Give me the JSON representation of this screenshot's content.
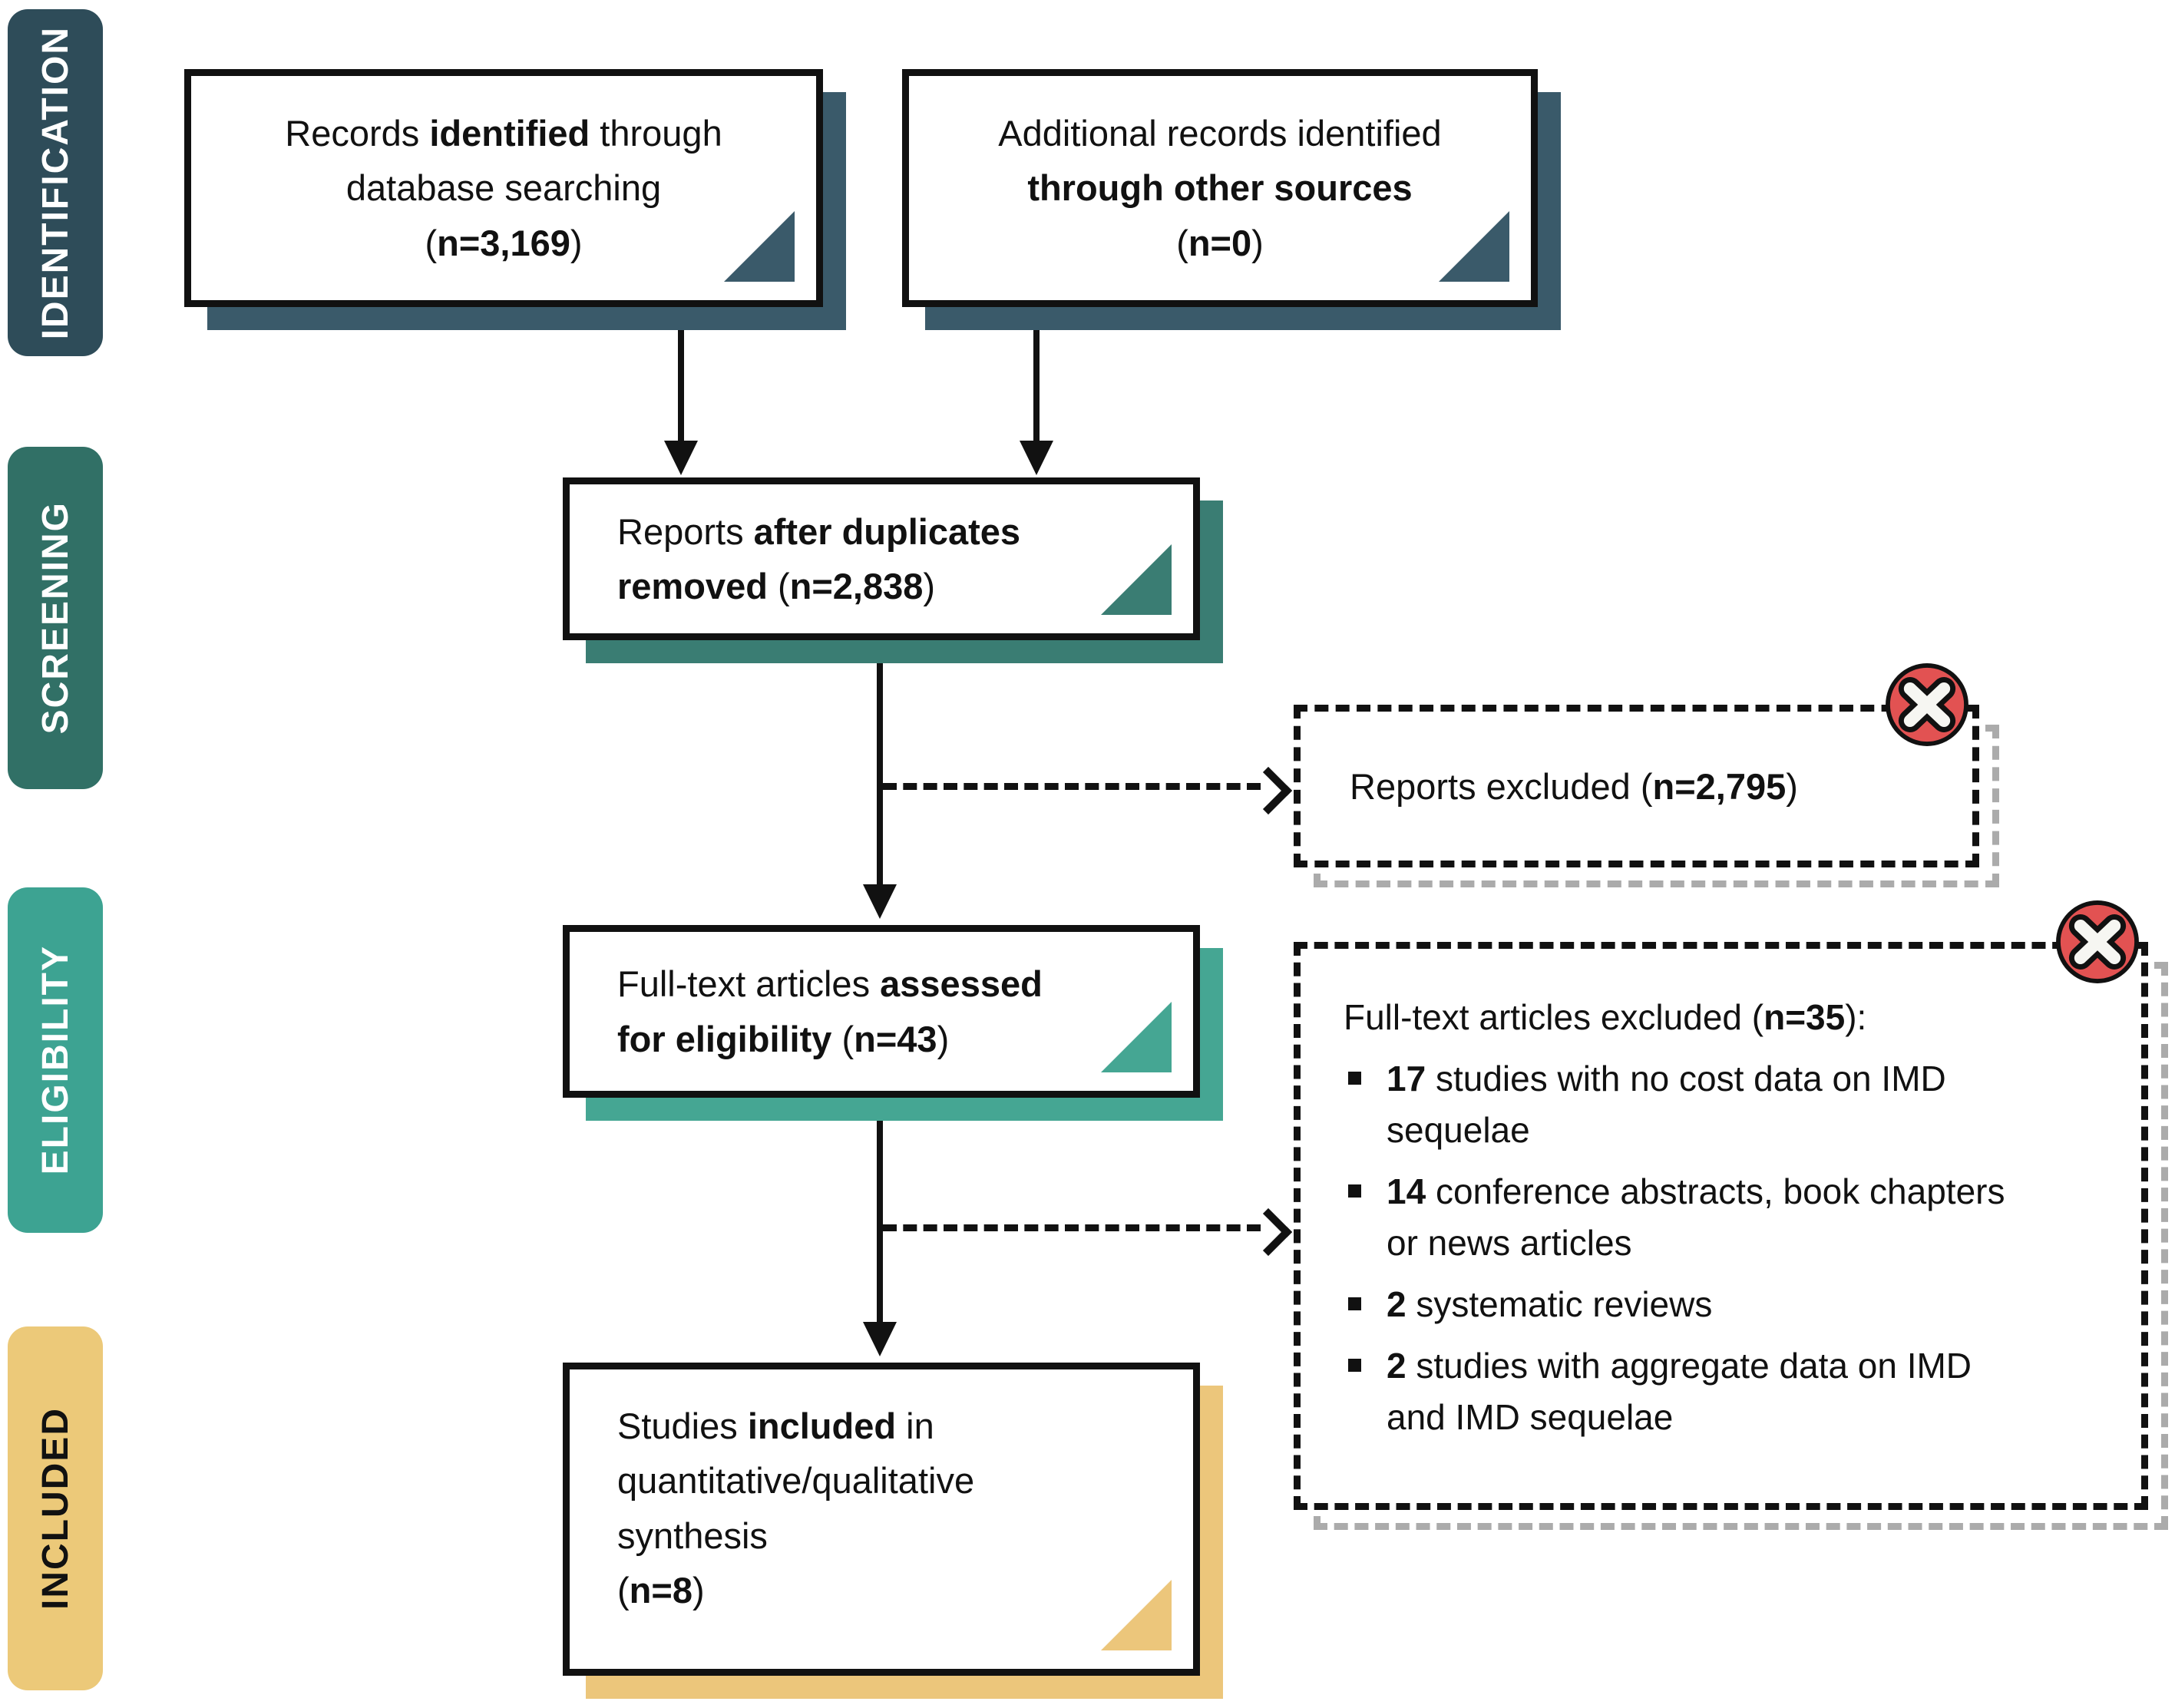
{
  "figure": {
    "type": "prisma-flow-diagram",
    "stage_count": 4
  },
  "colors": {
    "identification": "#2e4c59",
    "identification_shadow": "#3a5a6a",
    "screening": "#317066",
    "screening_shadow": "#3a7d73",
    "eligibility": "#3da392",
    "eligibility_shadow": "#45a693",
    "included": "#ecc979",
    "included_shadow": "#ecc67b",
    "ink": "#111111",
    "dashed_shadow": "#ababab",
    "excluded_red": "#e25252"
  },
  "sidebar": {
    "stages": [
      {
        "id": "identification",
        "label": "IDENTIFICATION"
      },
      {
        "id": "screening",
        "label": "SCREENING"
      },
      {
        "id": "eligibility",
        "label": "ELIGIBILITY"
      },
      {
        "id": "included",
        "label": "INCLUDED"
      }
    ]
  },
  "boxes": {
    "records_identified": {
      "n": "3,169",
      "rich": [
        {
          "t": "Records "
        },
        {
          "t": "identified",
          "b": true
        },
        {
          "t": " through"
        },
        {
          "br": true
        },
        {
          "t": "database searching"
        },
        {
          "br": true
        },
        {
          "t": "("
        },
        {
          "t": "n=3,169",
          "b": true
        },
        {
          "t": ")"
        }
      ]
    },
    "additional_records": {
      "n": "0",
      "rich": [
        {
          "t": "Additional records identified"
        },
        {
          "br": true
        },
        {
          "t": "through other sources",
          "b": true
        },
        {
          "br": true
        },
        {
          "t": "("
        },
        {
          "t": "n=0",
          "b": true
        },
        {
          "t": ")"
        }
      ]
    },
    "after_duplicates": {
      "n": "2,838",
      "rich": [
        {
          "t": "Reports "
        },
        {
          "t": "after duplicates",
          "b": true
        },
        {
          "br": true
        },
        {
          "t": "removed",
          "b": true
        },
        {
          "t": " ("
        },
        {
          "t": "n=2,838",
          "b": true
        },
        {
          "t": ")"
        }
      ]
    },
    "fulltext_assessed": {
      "n": "43",
      "rich": [
        {
          "t": "Full-text articles "
        },
        {
          "t": "assessed",
          "b": true
        },
        {
          "br": true
        },
        {
          "t": "for eligibility",
          "b": true
        },
        {
          "t": " ("
        },
        {
          "t": "n=43",
          "b": true
        },
        {
          "t": ")"
        }
      ]
    },
    "studies_included": {
      "n": "8",
      "rich": [
        {
          "t": "Studies "
        },
        {
          "t": "included",
          "b": true
        },
        {
          "t": " in"
        },
        {
          "br": true
        },
        {
          "t": "quantitative/qualitative"
        },
        {
          "br": true
        },
        {
          "t": "synthesis"
        },
        {
          "br": true
        },
        {
          "t": "("
        },
        {
          "t": "n=8",
          "b": true
        },
        {
          "t": ")"
        }
      ]
    },
    "reports_excluded": {
      "n": "2,795",
      "icon": "x-circle-icon",
      "rich": [
        {
          "t": "Reports excluded ("
        },
        {
          "t": "n=2,795",
          "b": true
        },
        {
          "t": ")"
        }
      ]
    },
    "fulltext_excluded": {
      "n": "35",
      "icon": "x-circle-icon",
      "title_rich": [
        {
          "t": "Full-text articles excluded ("
        },
        {
          "t": "n=35",
          "b": true
        },
        {
          "t": "):"
        }
      ],
      "items": [
        [
          {
            "t": "17",
            "b": true
          },
          {
            "t": " studies with no cost data on IMD"
          },
          {
            "br": true
          },
          {
            "t": "sequelae"
          }
        ],
        [
          {
            "t": "14",
            "b": true
          },
          {
            "t": " conference abstracts, book chapters"
          },
          {
            "br": true
          },
          {
            "t": "or news articles"
          }
        ],
        [
          {
            "t": "2",
            "b": true
          },
          {
            "t": " systematic reviews"
          }
        ],
        [
          {
            "t": "2",
            "b": true
          },
          {
            "t": " studies with aggregate data on IMD"
          },
          {
            "br": true
          },
          {
            "t": "and IMD sequelae"
          }
        ]
      ]
    }
  }
}
